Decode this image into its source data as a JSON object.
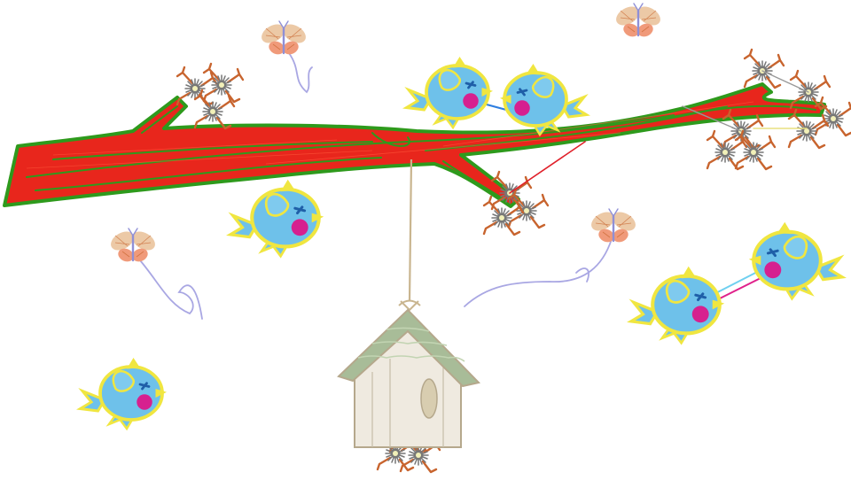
{
  "scene": {
    "background": "#ffffff",
    "colors": {
      "branch_fill": "#e8261c",
      "branch_outline": "#2e9a1c",
      "bird_body": "#6ec1ea",
      "bird_outline": "#f0e640",
      "bird_cheek": "#d6208f",
      "bird_eye": "#1f5fa8",
      "flower_gray": "#777777",
      "flower_leaf": "#c8642e",
      "flower_center": "#f2f0b8",
      "house_roof": "#a8bc98",
      "house_wall": "#efeae0",
      "house_outline": "#b5a88c",
      "string": "#c9b58f",
      "butterfly_wing": "#f09a7a",
      "butterfly_wing_light": "#ecc9a6",
      "butterfly_trail": "#a9a7e3",
      "thread_red": "#e0202a",
      "thread_pink": "#e0208a",
      "thread_cyan": "#6fd0f0",
      "thread_blue": "#2e7ee0"
    },
    "icons": [
      "branch",
      "bird",
      "flower",
      "birdhouse",
      "butterfly"
    ]
  }
}
